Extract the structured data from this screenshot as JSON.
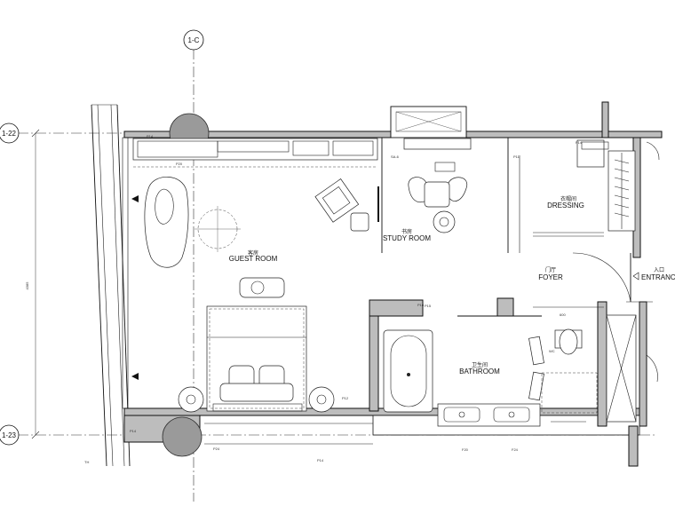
{
  "grids": {
    "column_c": "1-C",
    "row_22": "1-22",
    "row_23": "1-23"
  },
  "rooms": {
    "guest_room": {
      "cn": "客房",
      "en": "GUEST ROOM"
    },
    "study_room": {
      "cn": "书房",
      "en": "STUDY ROOM"
    },
    "dressing": {
      "cn": "衣帽间",
      "en": "DRESSING"
    },
    "foyer": {
      "cn": "门厅",
      "en": "FOYER"
    },
    "entrance": {
      "cn": "入口",
      "en": "ENTRANCE"
    },
    "bathroom": {
      "cn": "卫生间",
      "en": "BATHROOM"
    },
    "wc": "WC"
  },
  "tags": {
    "p14_a": "P14",
    "p14_b": "P14",
    "p14_c": "P14",
    "p14_d": "P14",
    "p20": "P20",
    "p11": "P11",
    "p12": "P12",
    "p15": "P15",
    "p16": "P16",
    "p24": "P24",
    "sa6": "SA-6",
    "f20": "F20",
    "f24": "F24",
    "dim_600": "600",
    "dim_left": "4385",
    "corner_mark": "TH"
  },
  "colors": {
    "wall_fill": "#bdbdbd",
    "column_fill": "#9a9a9a",
    "line": "#111111"
  }
}
